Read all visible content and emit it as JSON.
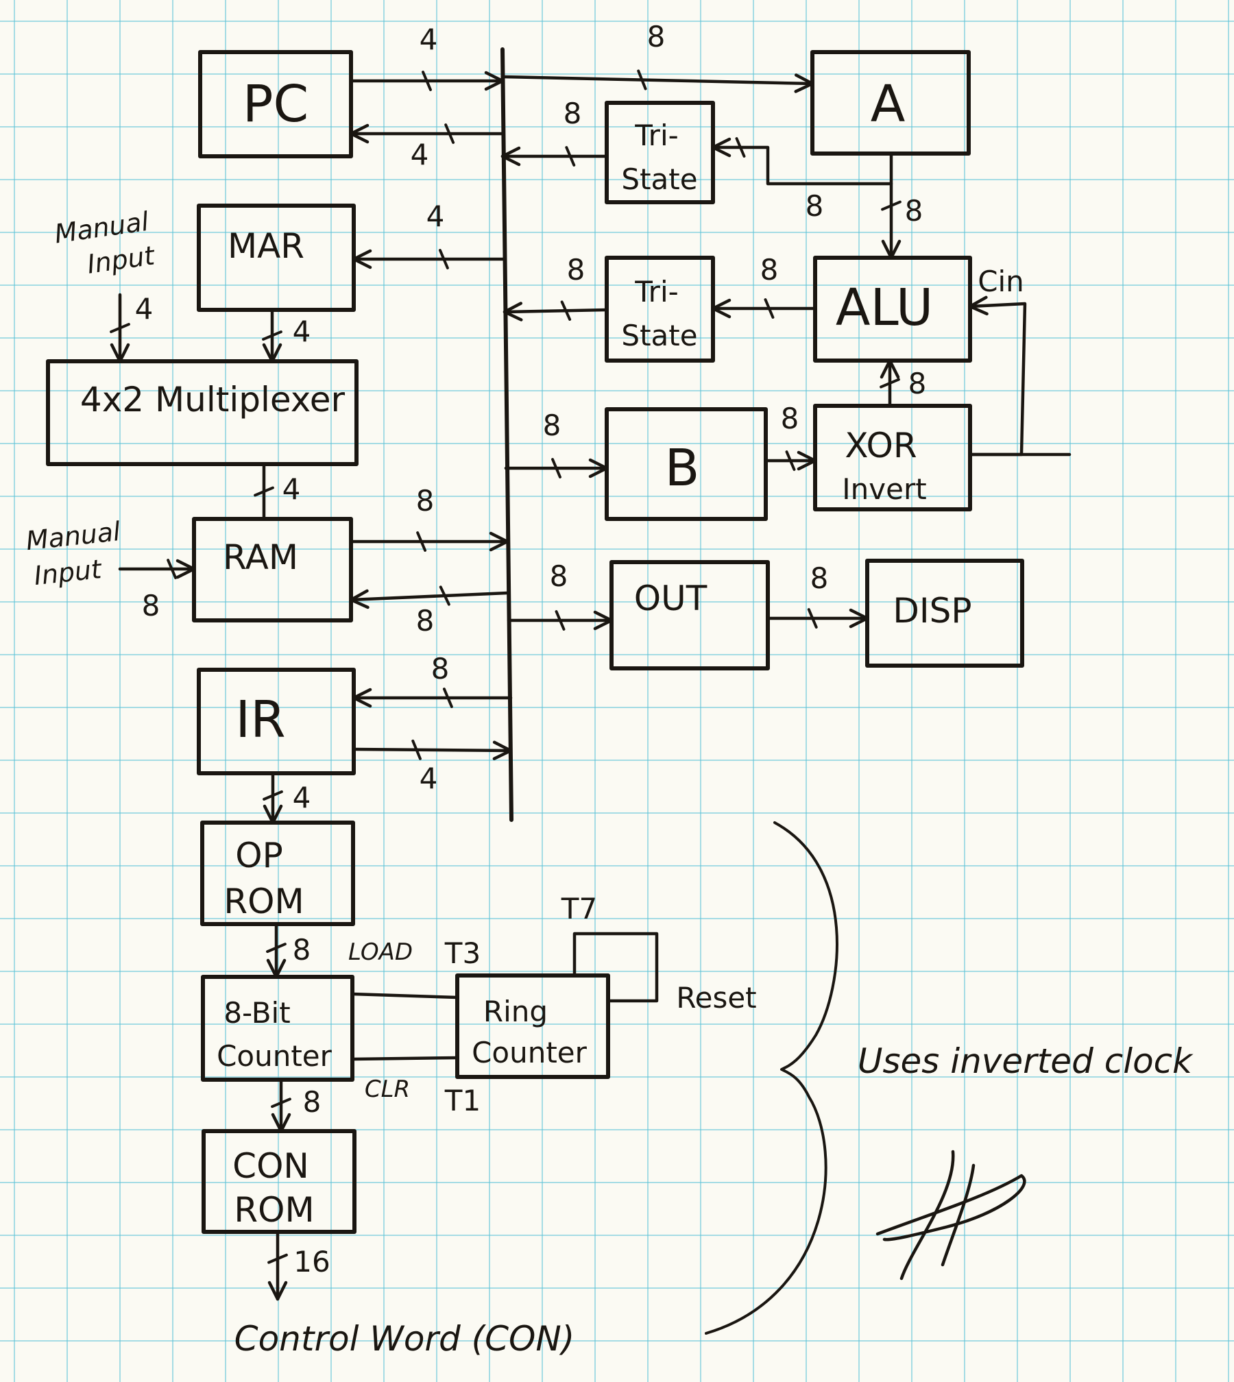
{
  "blocks": {
    "pc": "PC",
    "a": "A",
    "tri1_l1": "Tri-",
    "tri1_l2": "State",
    "mar": "MAR",
    "alu": "ALU",
    "tri2_l1": "Tri-",
    "tri2_l2": "State",
    "mux": "4x2 Multiplexer",
    "b": "B",
    "xor_l1": "XOR",
    "xor_l2": "Invert",
    "ram": "RAM",
    "out": "OUT",
    "disp": "DISP",
    "ir": "IR",
    "op_l1": "OP",
    "op_l2": "ROM",
    "ctr_l1": "8-Bit",
    "ctr_l2": "Counter",
    "ring_l1": "Ring",
    "ring_l2": "Counter",
    "con_l1": "CON",
    "con_l2": "ROM"
  },
  "labels": {
    "manual1_l1": "Manual",
    "manual1_l2": "Input",
    "manual2_l1": "Manual",
    "manual2_l2": "Input",
    "cin": "Cin",
    "load": "LOAD",
    "t3": "T3",
    "t7": "T7",
    "reset": "Reset",
    "clr": "CLR",
    "t1": "T1",
    "control_word": "Control Word (CON)",
    "note": "Uses inverted clock"
  },
  "widths": {
    "pc_to_bus": "4",
    "bus_to_a": "8",
    "tri1_to_bus": "8",
    "bus_to_pc": "4",
    "a_to_tri1": "8",
    "a_to_alu": "8",
    "bus_to_mar": "4",
    "tri2_to_bus": "8",
    "alu_to_tri2": "8",
    "manual1": "4",
    "mar_to_mux": "4",
    "xor_to_alu": "8",
    "bus_to_b": "8",
    "b_to_xor": "8",
    "mux_to_ram": "4",
    "ram_to_bus": "8",
    "bus_to_ram": "8",
    "manual2": "8",
    "bus_to_out": "8",
    "out_to_disp": "8",
    "bus_to_ir": "8",
    "ir_to_bus": "4",
    "ir_to_op": "4",
    "op_to_ctr": "8",
    "ctr_to_con": "8",
    "con_out": "16"
  }
}
